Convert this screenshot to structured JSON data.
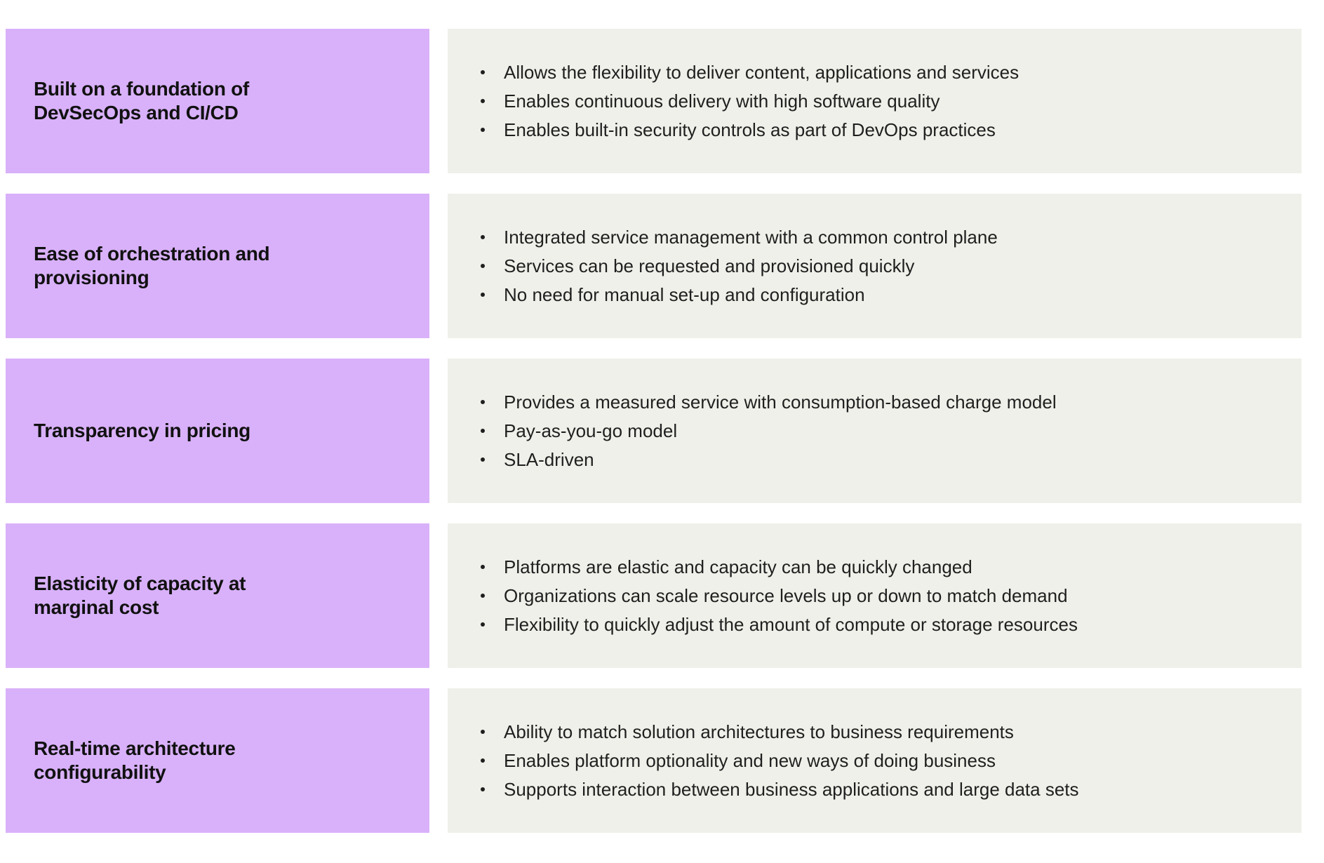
{
  "colors": {
    "page_background": "#ffffff",
    "label_background": "#d9b1fa",
    "content_background": "#f0f0ea",
    "label_text": "#111111",
    "bullet_text": "#1f1f1f"
  },
  "rows": [
    {
      "label": "Built on a foundation of\nDevSecOps and CI/CD",
      "bullets": [
        "Allows the flexibility to deliver content, applications and services",
        "Enables continuous delivery with high software quality",
        "Enables built-in security controls as part of DevOps practices"
      ]
    },
    {
      "label": "Ease of orchestration and\nprovisioning",
      "bullets": [
        "Integrated service management with a common control plane",
        "Services can be requested and provisioned quickly",
        "No need for manual set-up and configuration"
      ]
    },
    {
      "label": "Transparency in pricing",
      "bullets": [
        "Provides a measured service with consumption-based charge model",
        "Pay-as-you-go model",
        "SLA-driven"
      ]
    },
    {
      "label": "Elasticity of capacity at\nmarginal cost",
      "bullets": [
        "Platforms are elastic and capacity can be quickly changed",
        "Organizations can scale resource levels up or down to match demand",
        "Flexibility to quickly adjust the amount of compute or storage resources"
      ]
    },
    {
      "label": "Real-time architecture\nconfigurability",
      "bullets": [
        "Ability to match solution architectures to business requirements",
        "Enables platform optionality and new ways of doing business",
        "Supports interaction between business applications and large data sets"
      ]
    }
  ]
}
